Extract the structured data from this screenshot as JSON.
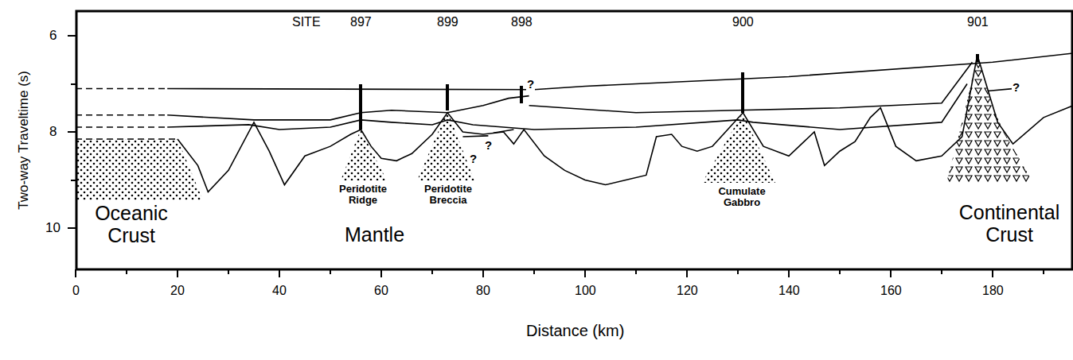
{
  "diagram": {
    "nodes": [
      {
        "text": [
          "Oceanic Crust"
        ]
      },
      {
        "text": [
          "Peridotite Ridge"
        ]
      },
      {
        "text": [
          "Peridotite Breccia"
        ]
      },
      {
        "text": [
          "Cumulate Gabbro"
        ]
      },
      {
        "text": [
          "Continental Crust"
        ]
      }
    ],
    "edges": [],
    "labels": [
      "SITE",
      "897",
      "899",
      "898",
      "900",
      "901",
      "?",
      "?",
      "?",
      "?",
      "Mantle",
      "Two-way Traveltime (s)",
      "6",
      "8",
      "10",
      "Distance (km)",
      "0",
      "20",
      "40",
      "60",
      "80",
      "100",
      "120",
      "140",
      "160",
      "180"
    ]
  }
}
